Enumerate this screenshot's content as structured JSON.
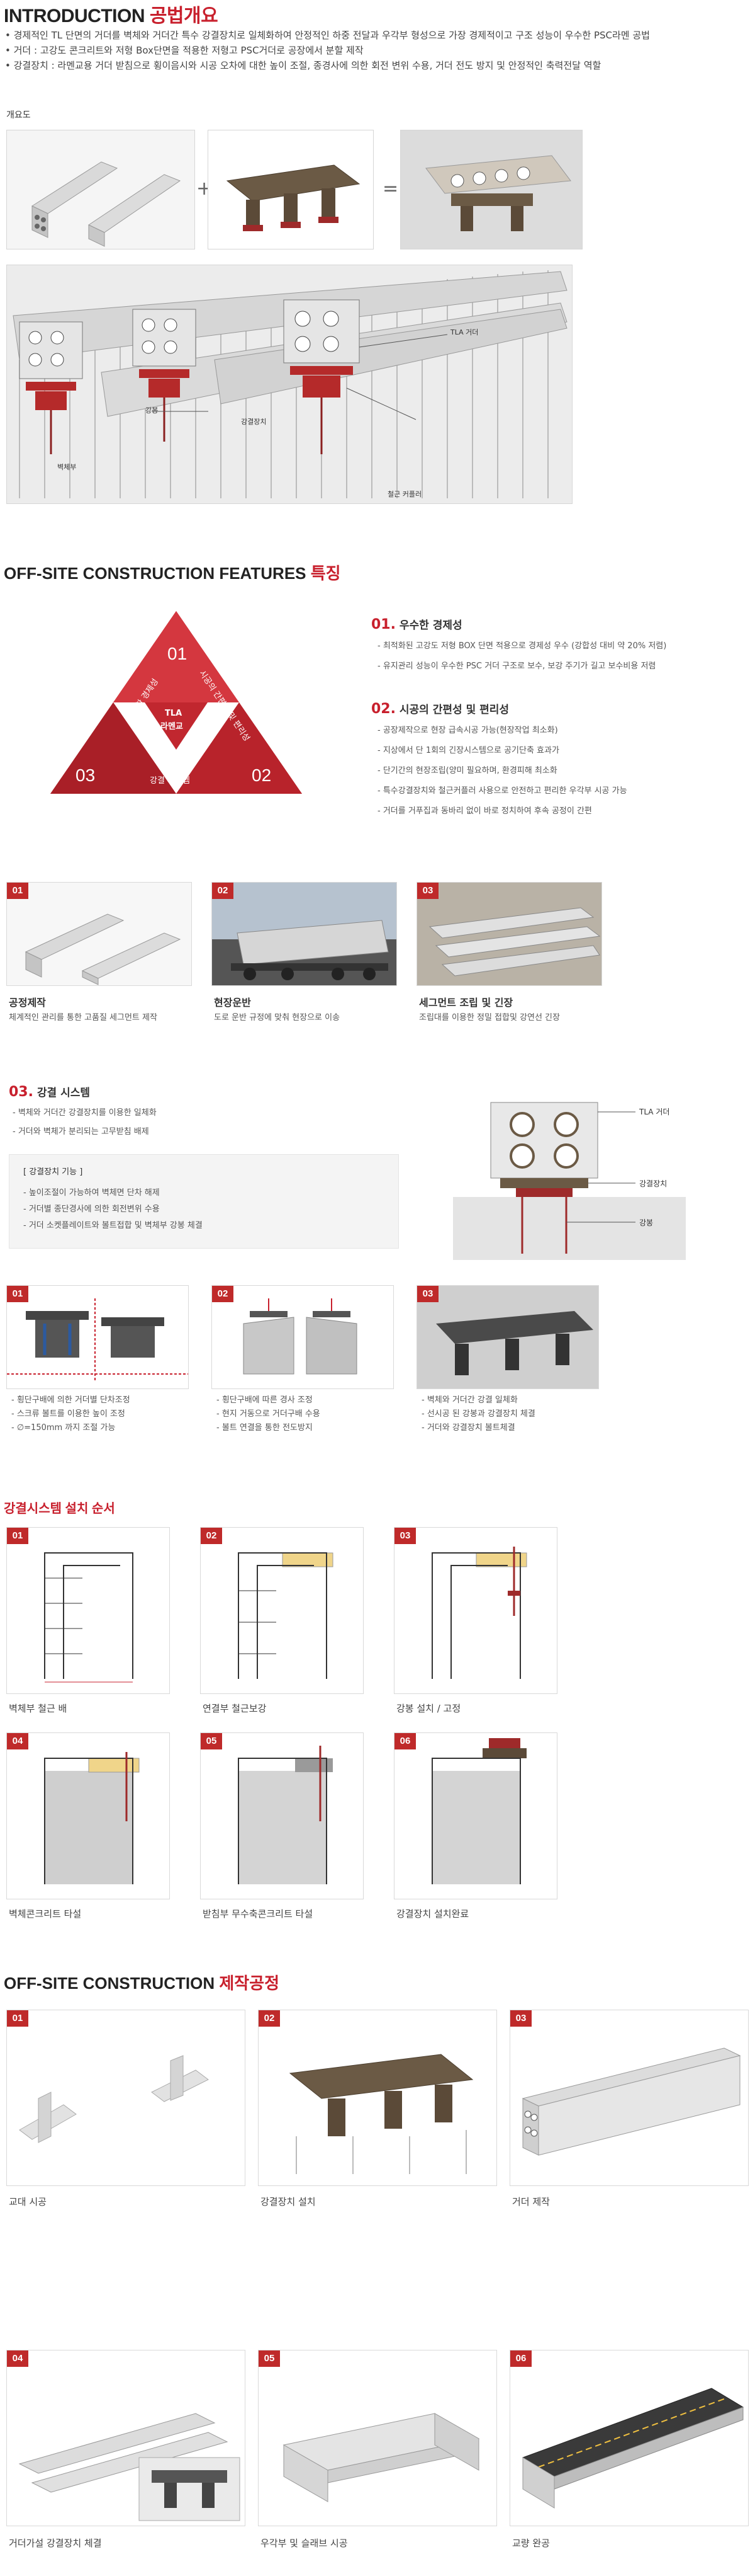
{
  "intro": {
    "title_en": "INTRODUCTION",
    "title_ko": "공법개요",
    "bullets": [
      "경제적인 TL 단면의 거더를 벽체와 거더간 특수 강결장치로 일체화하여 안정적인 하중 전달과 우각부 형성으로 가장 경제적이고 구조 성능이 우수한 PSC라멘 공법",
      "거더 : 고강도 콘크리트와 저형 Box단면을 적용한 저형고 PSC거더로 공장에서 분할 제작",
      "강결장치 : 라멘교용 거더 받침으로 횡이음시와 시공 오차에 대한 높이 조절, 종경사에 의한 회전 변위 수용, 거더 전도 방지 및 안정적인 축력전달 역할"
    ],
    "overview_label": "개요도",
    "diagram_labels": {
      "tla": "TLA 거더",
      "wall": "강봉",
      "device": "강결장치",
      "rebar": "철근 커플러",
      "abut": "벽체부"
    }
  },
  "features": {
    "title_en": "OFF-SITE CONSTRUCTION FEATURES",
    "title_ko": "특징",
    "triangle": {
      "n1": "01",
      "n2": "02",
      "n3": "03",
      "center1": "TLA",
      "center2": "라멘교",
      "side_left": "우수한 경제성",
      "side_right": "시공의 간편성 및 편리성",
      "side_bottom": "강결 시스템"
    },
    "f1": {
      "num": "01.",
      "title": "우수한 경제성",
      "items": [
        "최적화된 고강도 저형 BOX 단면 적용으로 경제성 우수 (강합성 대비 약 20% 저렴)",
        "유지관리 성능이 우수한 PSC 거더 구조로 보수, 보강 주기가 길고 보수비용 저렴"
      ]
    },
    "f2": {
      "num": "02.",
      "title": "시공의 간편성 및 편리성",
      "items": [
        "공장제작으로 현장 급속시공 가능(현장작업 최소화)",
        "지상에서 단 1회의 긴장시스템으로 공기단축 효과가",
        "단기간의 현장조립(양미 필요하며, 환경피해 최소화",
        "특수강결장치와 철근커플러 사용으로 안전하고 편리한 우각부 시공 가능",
        "거더를 거푸집과 동바리 없이 바로 정치하여 후속 공정이 간편"
      ]
    },
    "photos": [
      {
        "num": "01",
        "title": "공정제작",
        "sub": "체계적인 관리를 통한 고품질 세그먼트 제작"
      },
      {
        "num": "02",
        "title": "현장운반",
        "sub": "도로 운반 규정에 맞춰 현장으로 이송"
      },
      {
        "num": "03",
        "title": "세그먼트 조립 및 긴장",
        "sub": "조립대를 이용한 정밀 접합및 강연선 긴장"
      }
    ],
    "f3": {
      "num": "03.",
      "title": "강결 시스템",
      "items": [
        "벽체와 거더간 강결장치를 이용한 일체화",
        "거더와 벽체가 분리되는 고무받침 배제"
      ],
      "box_title": "[ 강결장치 기능 ]",
      "box_items": [
        "높이조절이 가능하여 벽체면 단차 해제",
        "거더별 종단경사에 의한 회전변위 수용",
        "거더 소켓플레이트와 볼트접합 및 벽체부 강봉 체결"
      ],
      "diagram_labels": {
        "tla": "TLA 거더",
        "device": "강결장치",
        "bar": "강봉"
      }
    },
    "sys_photos": [
      {
        "num": "01",
        "items": [
          "횡단구배에 의한 거더별 단차조정",
          "스크류 볼트를 이용한 높이 조정",
          "∅=150mm 까지 조절 가능"
        ]
      },
      {
        "num": "02",
        "items": [
          "횡단구배에 따른 경사 조정",
          "현지 거동으로 거더구배 수용",
          "볼트 연결을 통한 전도방지"
        ]
      },
      {
        "num": "03",
        "items": [
          "벽체와 거더간 강결 일체화",
          "선시공 된 강봉과 강결장치 체결",
          "거더와 강결장치 볼트체결"
        ]
      }
    ]
  },
  "install": {
    "title": "강결시스템 설치 순서",
    "steps": [
      {
        "num": "01",
        "caption": "벽체부 철근 배"
      },
      {
        "num": "02",
        "caption": "연결부 철근보강"
      },
      {
        "num": "03",
        "caption": "강봉 설치 / 고정"
      },
      {
        "num": "04",
        "caption": "벽체콘크리트 타설"
      },
      {
        "num": "05",
        "caption": "받침부 무수축콘크리트 타설"
      },
      {
        "num": "06",
        "caption": "강결장치 설치완료"
      }
    ]
  },
  "process": {
    "title_en": "OFF-SITE CONSTRUCTION",
    "title_ko": "제작공정",
    "steps": [
      {
        "num": "01",
        "caption": "교대 시공"
      },
      {
        "num": "02",
        "caption": "강결장치 설치"
      },
      {
        "num": "03",
        "caption": "거더 제작"
      },
      {
        "num": "04",
        "caption": "거더가설 강결장치 체결"
      },
      {
        "num": "05",
        "caption": "우각부 및 슬래브 시공"
      },
      {
        "num": "06",
        "caption": "교량 완공"
      }
    ]
  },
  "colors": {
    "accent": "#c8202d",
    "tri_dark": "#a51d26",
    "tri_light": "#d9343d",
    "tag": "#bf2a2a"
  }
}
